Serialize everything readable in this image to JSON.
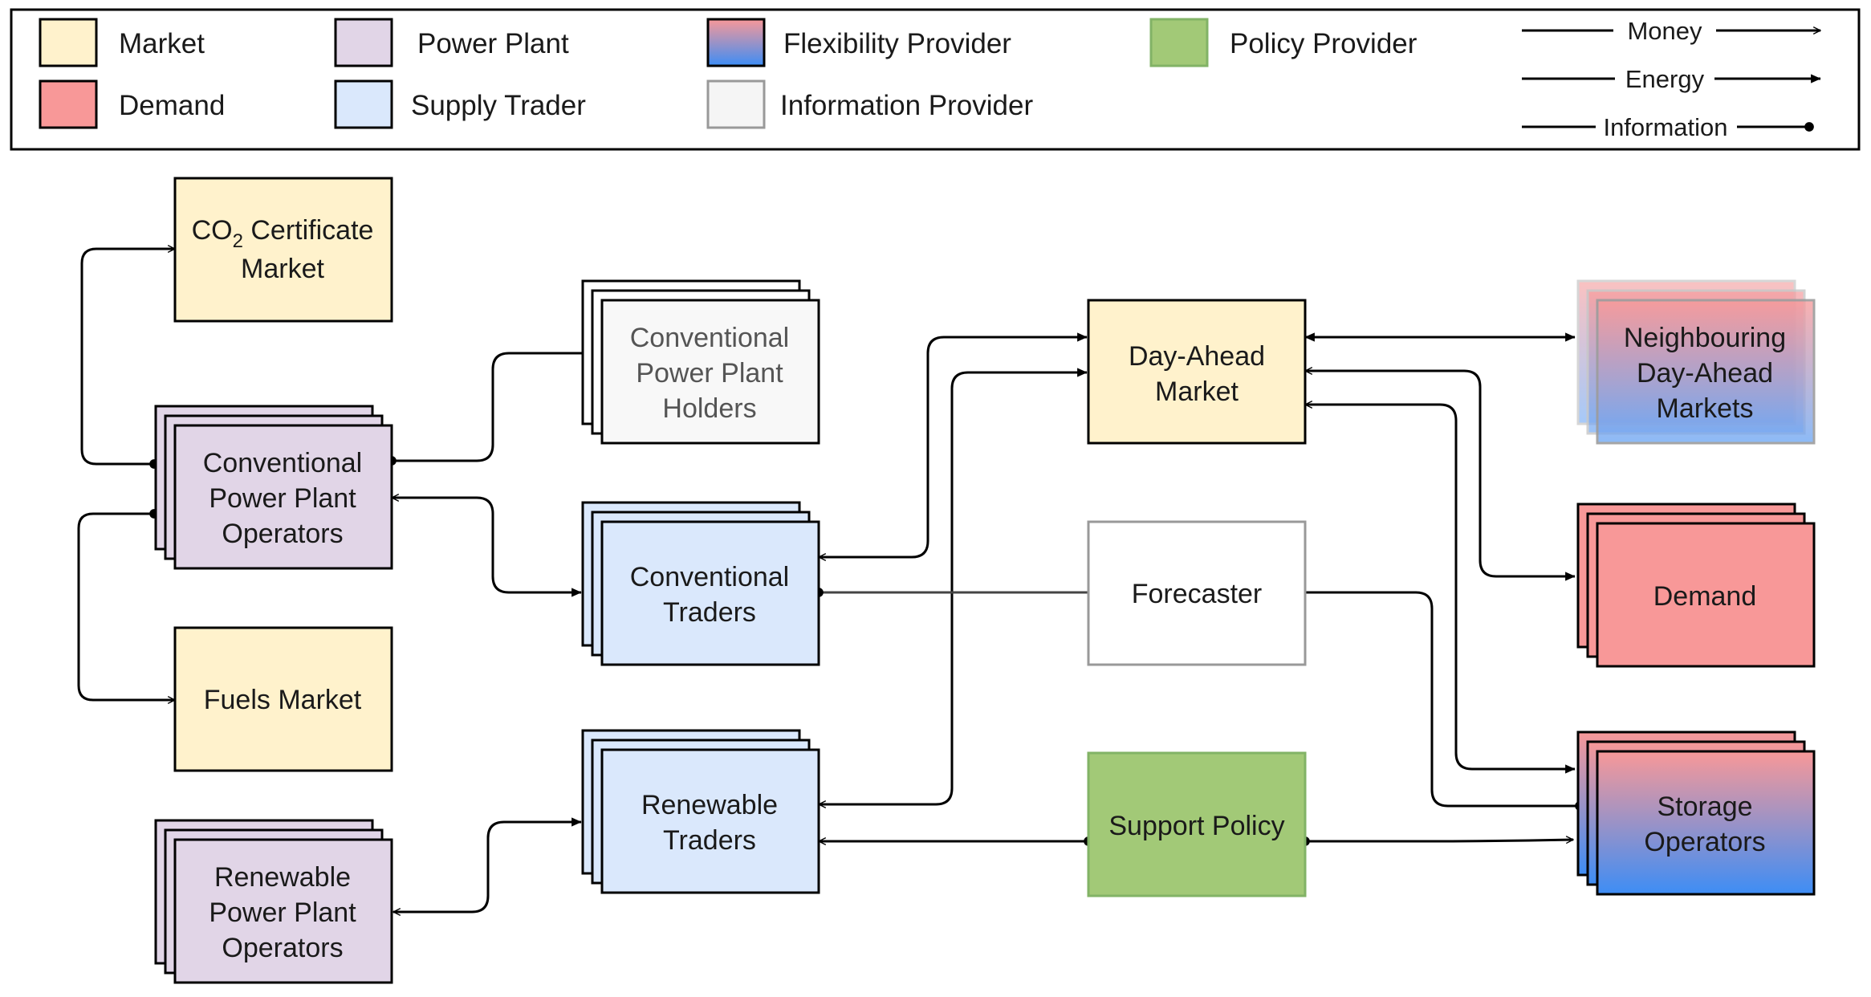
{
  "legend": {
    "items": [
      {
        "key": "market",
        "label": "Market"
      },
      {
        "key": "demand",
        "label": "Demand"
      },
      {
        "key": "power_plant",
        "label": "Power Plant"
      },
      {
        "key": "supply_trader",
        "label": "Supply Trader"
      },
      {
        "key": "flexibility_provider",
        "label": "Flexibility Provider"
      },
      {
        "key": "information_provider",
        "label": "Information Provider"
      },
      {
        "key": "policy_provider",
        "label": "Policy Provider"
      }
    ],
    "flows": {
      "money": "Money",
      "energy": "Energy",
      "information": "Information"
    }
  },
  "nodes": {
    "co2_market": {
      "line1_main": "CO",
      "line1_sub": "2",
      "line1_rest": " Certificate",
      "line2": "Market"
    },
    "fuels_market": {
      "label": "Fuels Market"
    },
    "conv_pp_operators": {
      "lines": [
        "Conventional",
        "Power Plant",
        "Operators"
      ]
    },
    "ren_pp_operators": {
      "lines": [
        "Renewable",
        "Power Plant",
        "Operators"
      ]
    },
    "conv_pp_holders": {
      "lines": [
        "Conventional",
        "Power Plant",
        "Holders"
      ]
    },
    "conv_traders": {
      "lines": [
        "Conventional",
        "Traders"
      ]
    },
    "ren_traders": {
      "lines": [
        "Renewable",
        "Traders"
      ]
    },
    "day_ahead_market": {
      "lines": [
        "Day-Ahead",
        "Market"
      ]
    },
    "forecaster": {
      "label": "Forecaster"
    },
    "support_policy": {
      "label": "Support Policy"
    },
    "neighbouring_markets": {
      "lines": [
        "Neighbouring",
        "Day-Ahead",
        "Markets"
      ]
    },
    "demand": {
      "label": "Demand"
    },
    "storage_operators": {
      "lines": [
        "Storage",
        "Operators"
      ]
    }
  },
  "colors": {
    "market": "#fff2cc",
    "demand": "#f89898",
    "power_plant": "#e1d5e7",
    "supply_trader": "#dae8fc",
    "flex_top": "#f89898",
    "flex_bottom": "#3d8df5",
    "information_provider": "#f5f5f5",
    "policy_provider": "#a2c977",
    "policy_stroke": "#82b366"
  }
}
